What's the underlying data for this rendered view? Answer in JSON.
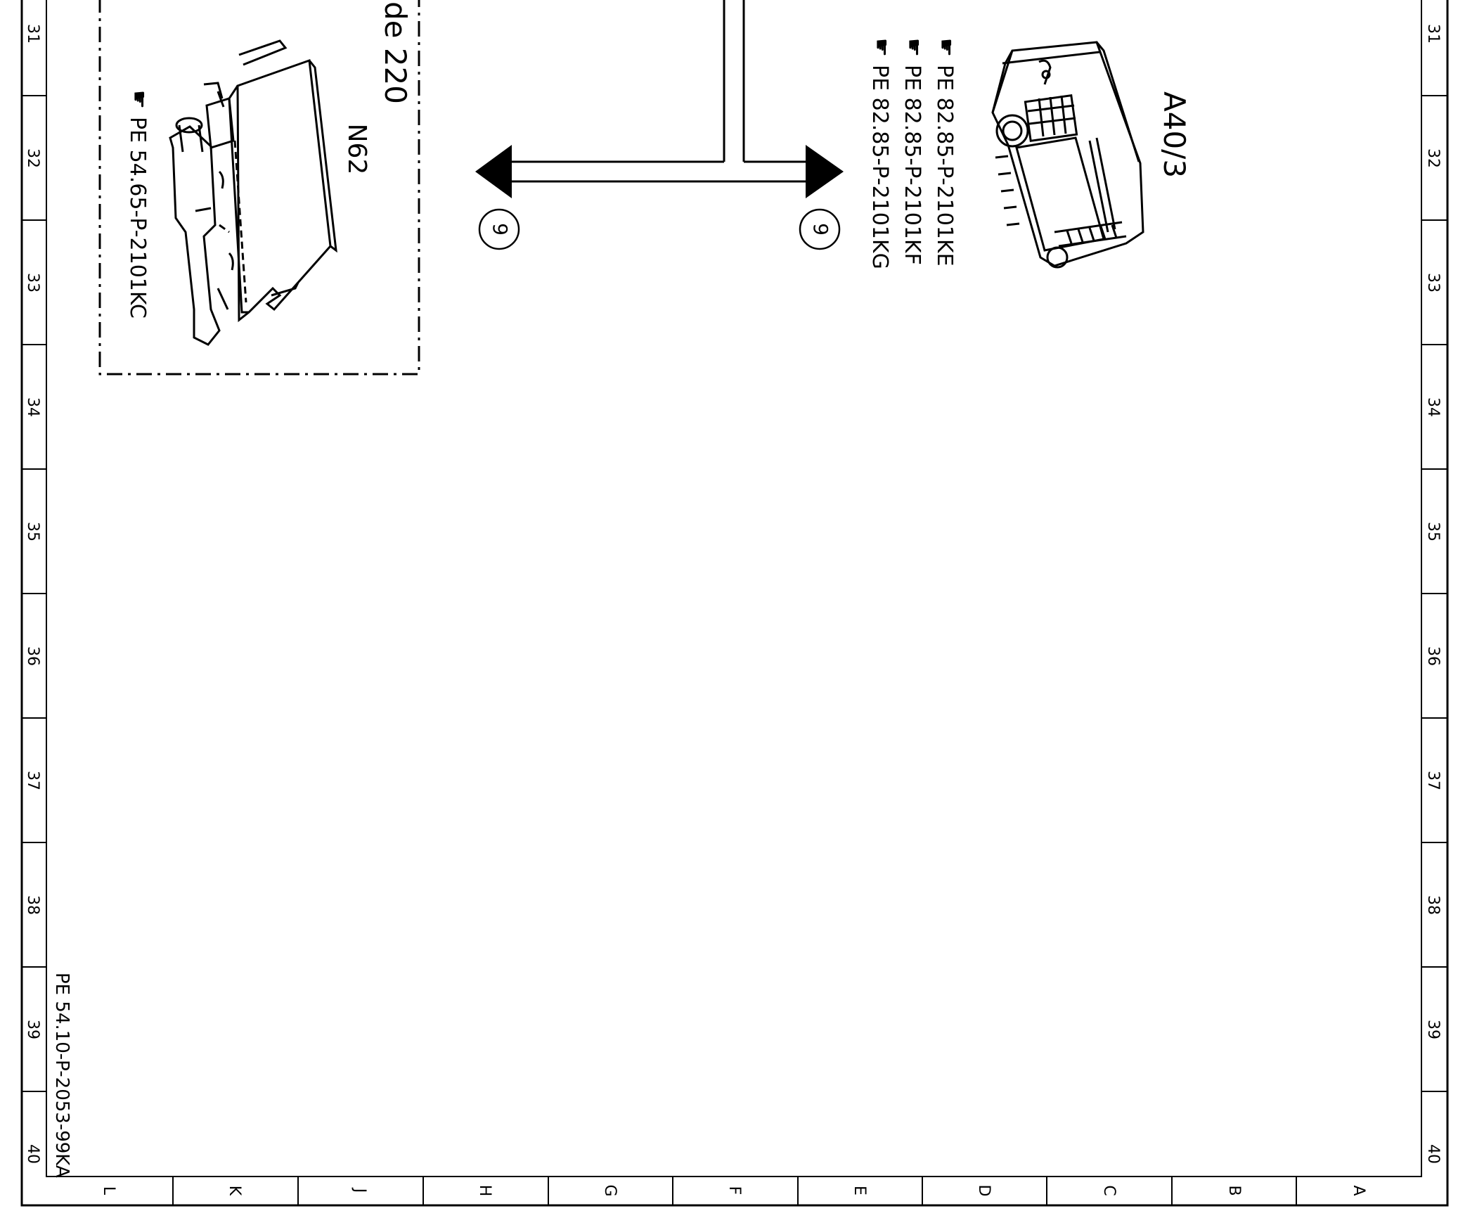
{
  "frame": {
    "row_labels": [
      "31",
      "32",
      "33",
      "34",
      "35",
      "36",
      "37",
      "38",
      "39",
      "40"
    ],
    "col_labels": [
      "L",
      "K",
      "J",
      "H",
      "G",
      "F",
      "E",
      "D",
      "C",
      "B",
      "A"
    ],
    "document_number": "PE 54.10-P-2053-99KA"
  },
  "diagram": {
    "truncated_group_text": "de 220",
    "components": [
      {
        "id": "N62",
        "label": "N62",
        "refs": [
          "PE 54.65-P-2101KC"
        ]
      },
      {
        "id": "A40/3",
        "label": "A40/3",
        "refs": [
          "PE 82.85-P-2101KE",
          "PE 82.85-P-2101KF",
          "PE 82.85-P-2101KG"
        ]
      }
    ],
    "connector_markers": [
      "9",
      "9"
    ],
    "edges": [
      {
        "from": "harness",
        "to": "N62",
        "connector": "9"
      },
      {
        "from": "harness",
        "to": "A40/3",
        "connector": "9"
      }
    ]
  }
}
